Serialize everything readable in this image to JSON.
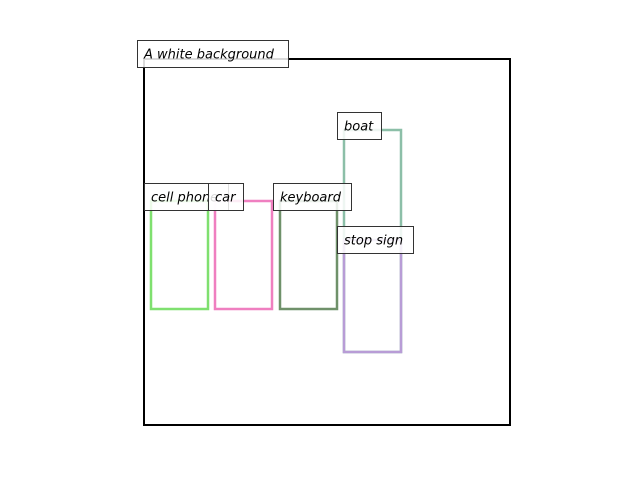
{
  "scene": {
    "label": "A white background",
    "frame_color": "#000000"
  },
  "objects": [
    {
      "label": "cell phone",
      "color": "#7fe06f"
    },
    {
      "label": "car",
      "color": "#ef7fc0"
    },
    {
      "label": "keyboard",
      "color": "#6f916a"
    },
    {
      "label": "boat",
      "color": "#8cbfa8"
    },
    {
      "label": "stop sign",
      "color": "#b89cd6"
    }
  ]
}
